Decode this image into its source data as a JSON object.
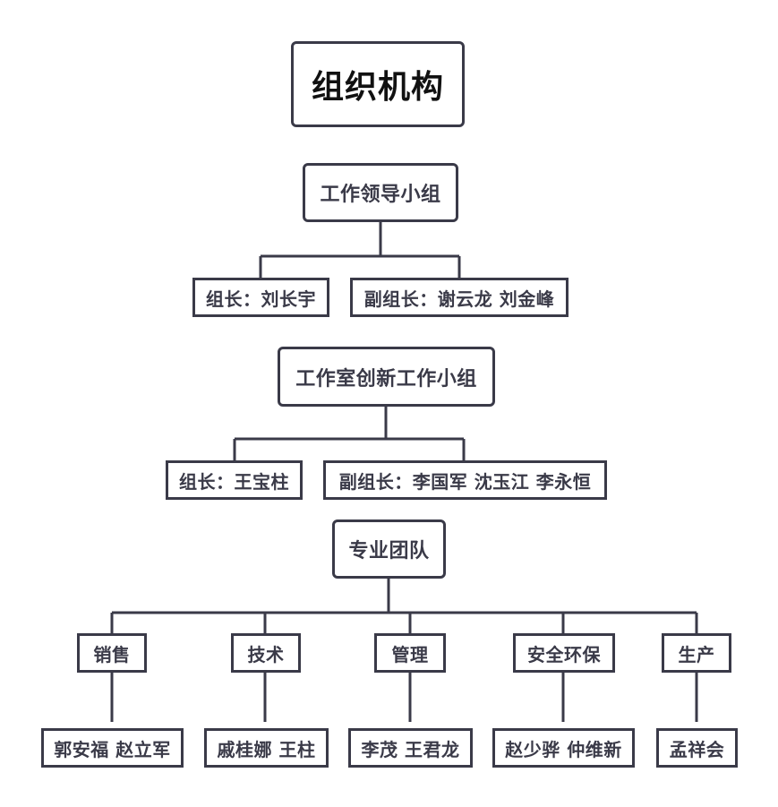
{
  "title": "组织机构",
  "leadership_group": {
    "name": "工作领导小组",
    "leader": "组长：刘长宇",
    "deputies": "副组长：谢云龙  刘金峰"
  },
  "innovation_group": {
    "name": "工作室创新工作小组",
    "leader": "组长：王宝柱",
    "deputies": "副组长：李国军  沈玉江  李永恒"
  },
  "professional_team": {
    "name": "专业团队",
    "departments": [
      {
        "name": "销售",
        "members": "郭安福 赵立军"
      },
      {
        "name": "技术",
        "members": "戚桂娜 王柱"
      },
      {
        "name": "管理",
        "members": "李茂 王君龙"
      },
      {
        "name": "安全环保",
        "members": "赵少骅 仲维新"
      },
      {
        "name": "生产",
        "members": "孟祥会"
      }
    ]
  }
}
